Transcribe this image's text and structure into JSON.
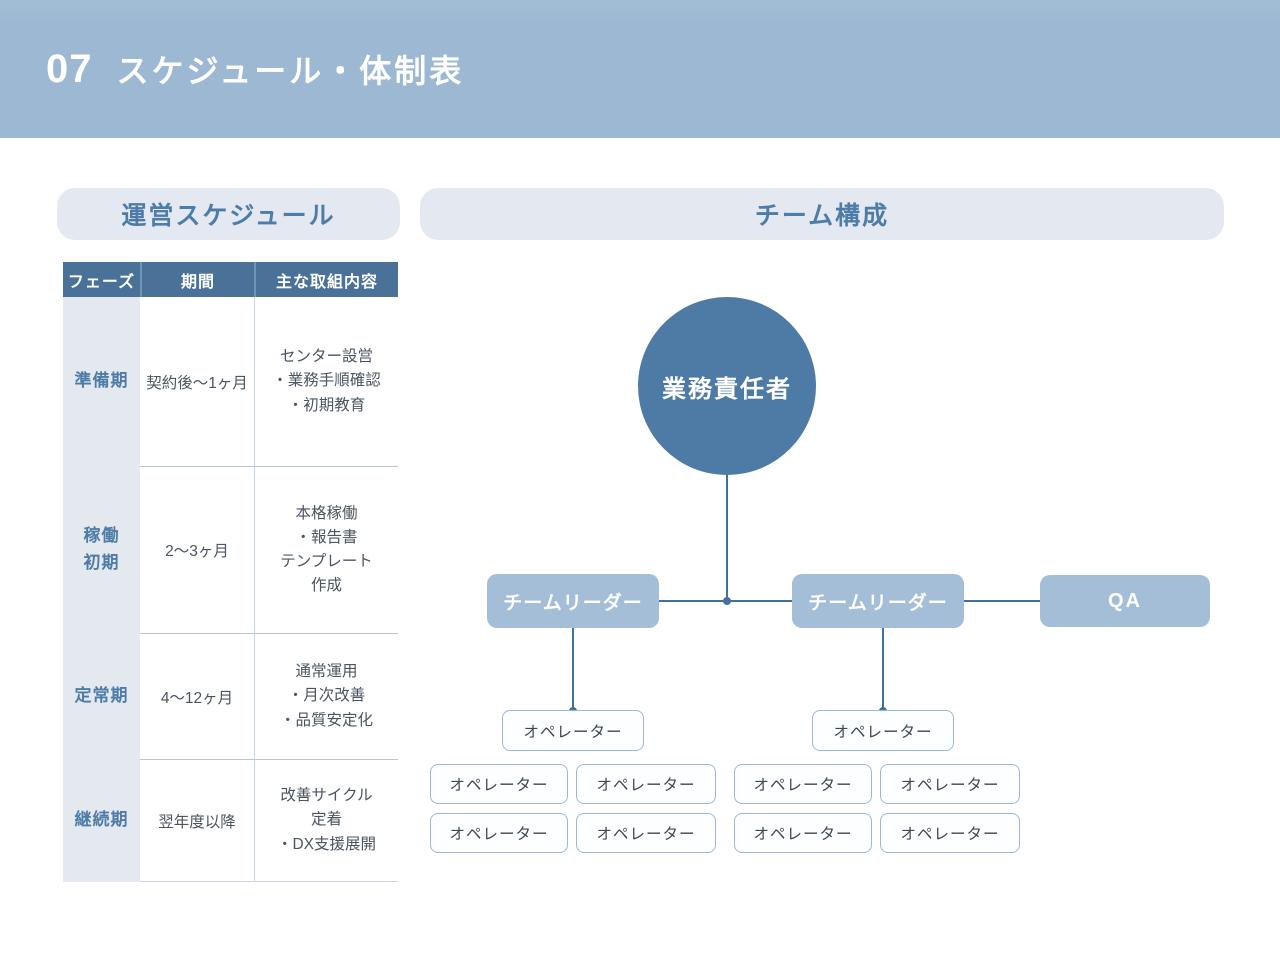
{
  "header": {
    "number": "07",
    "title": "スケジュール・体制表"
  },
  "schedule": {
    "heading": "運営スケジュール",
    "columns": [
      "フェーズ",
      "期間",
      "主な取組内容"
    ],
    "rows": [
      {
        "phase": "準備期",
        "period": "契約後〜1ヶ月",
        "tasks": "センター設営\n・業務手順確認\n・初期教育"
      },
      {
        "phase": "稼働\n初期",
        "period": "2〜3ヶ月",
        "tasks": "本格稼働\n・報告書\nテンプレート\n作成"
      },
      {
        "phase": "定常期",
        "period": "4〜12ヶ月",
        "tasks": "通常運用\n・月次改善\n・品質安定化"
      },
      {
        "phase": "継続期",
        "period": "翌年度以降",
        "tasks": "改善サイクル\n定着\n・DX支援展開"
      }
    ]
  },
  "team": {
    "heading": "チーム構成",
    "manager": "業務責任者",
    "leaders": [
      "チームリーダー",
      "チームリーダー"
    ],
    "qa_label": "QA",
    "operator_label": "オペレーター",
    "operator_count_per_leader": 5
  },
  "colors": {
    "banner_bg": "#9cb8d2",
    "pill_bg": "#e4e9f1",
    "accent_blue": "#4e7ca8",
    "table_header_bg": "#4a7298",
    "phase_cell_bg": "#e4e9ef",
    "manager_circle_fill": "#4e7aa6",
    "leader_box_fill": "#a4bed7",
    "connector_line": "#41719e",
    "operator_border": "#9db8d6",
    "body_text": "#4a5561"
  }
}
